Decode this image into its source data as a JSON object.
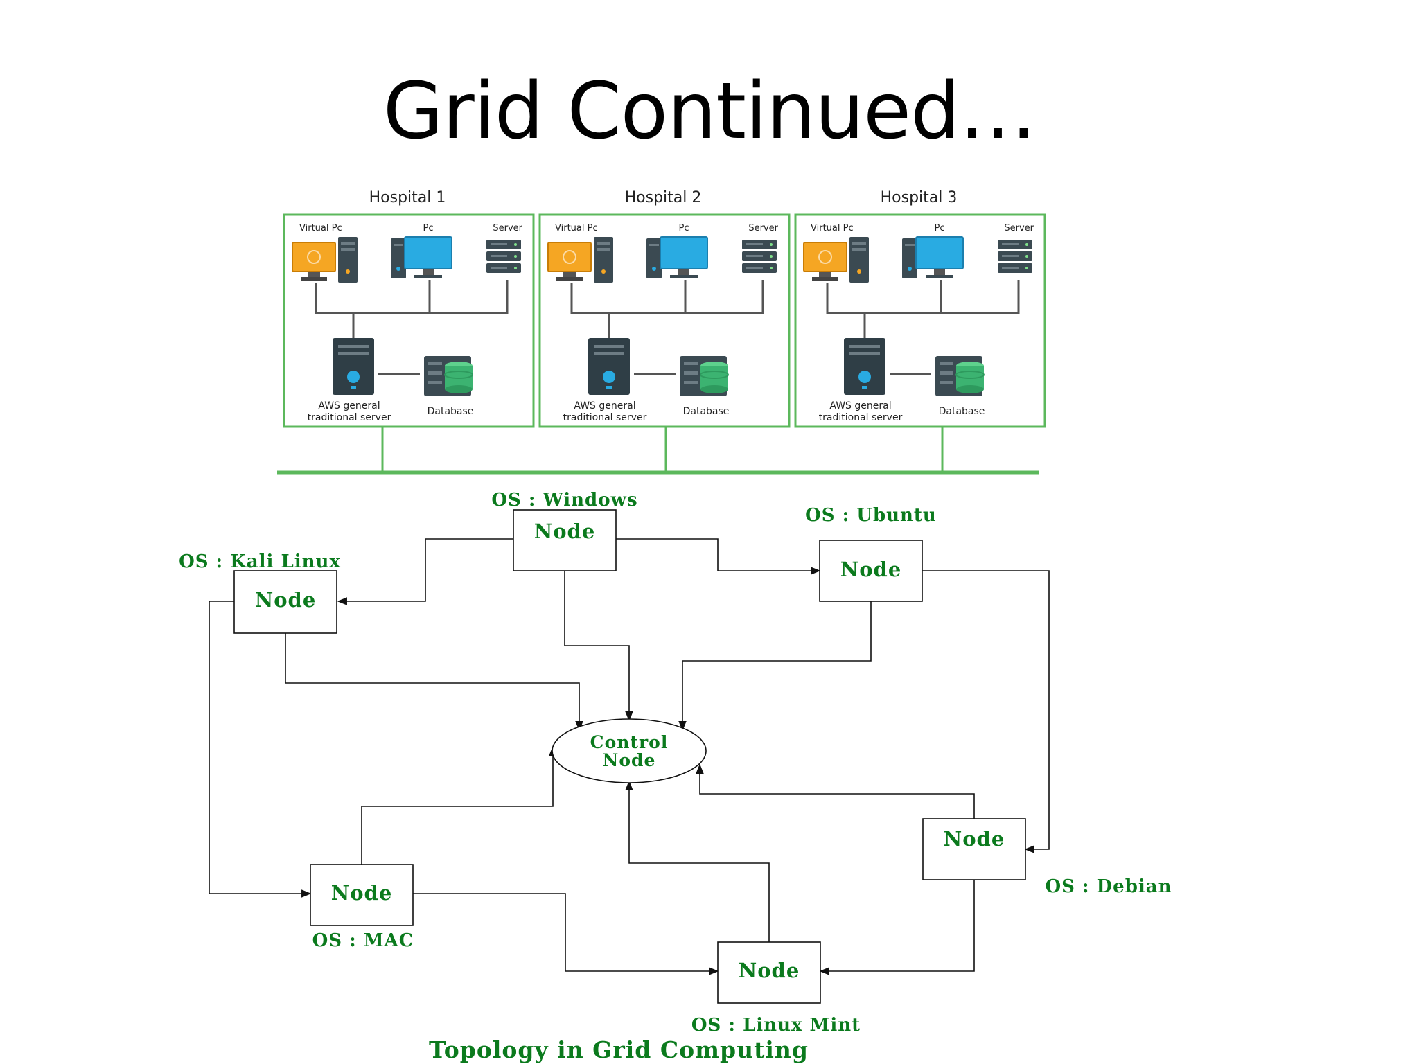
{
  "slide": {
    "title": "Grid Continued…"
  },
  "hospitals": [
    {
      "title": "Hospital 1",
      "virtual_pc": "Virtual Pc",
      "pc": "Pc",
      "server": "Server",
      "aws_line1": "AWS general",
      "aws_line2": "traditional server",
      "database": "Database"
    },
    {
      "title": "Hospital 2",
      "virtual_pc": "Virtual Pc",
      "pc": "Pc",
      "server": "Server",
      "aws_line1": "AWS general",
      "aws_line2": "traditional server",
      "database": "Database"
    },
    {
      "title": "Hospital 3",
      "virtual_pc": "Virtual Pc",
      "pc": "Pc",
      "server": "Server",
      "aws_line1": "AWS general",
      "aws_line2": "traditional server",
      "database": "Database"
    }
  ],
  "topology": {
    "caption": "Topology in Grid Computing",
    "control_node": {
      "line1": "Control",
      "line2": "Node"
    },
    "nodes": {
      "windows": {
        "label": "Node",
        "os": "OS : Windows"
      },
      "ubuntu": {
        "label": "Node",
        "os": "OS : Ubuntu"
      },
      "kali": {
        "label": "Node",
        "os": "OS : Kali Linux"
      },
      "debian": {
        "label": "Node",
        "os": "OS : Debian"
      },
      "mac": {
        "label": "Node",
        "os": "OS : MAC"
      },
      "mint": {
        "label": "Node",
        "os": "OS : Linux Mint"
      }
    }
  },
  "colors": {
    "accent_green": "#0b7a1d",
    "frame_green": "#5cb85c",
    "monitor_orange": "#f5a623",
    "monitor_blue": "#29abe2",
    "tower_dark": "#2f3e46",
    "db_green": "#3cb371"
  },
  "icons": [
    "virtual-pc-icon",
    "pc-icon",
    "server-rack-icon",
    "aws-server-icon",
    "database-icon"
  ]
}
